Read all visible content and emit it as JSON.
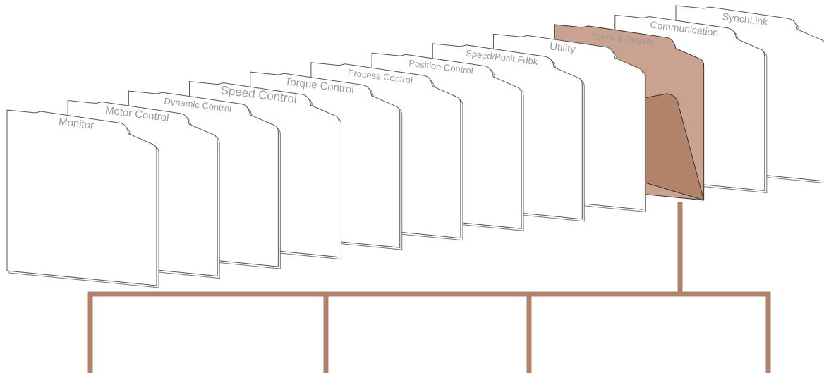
{
  "folders": [
    {
      "id": "synchlink",
      "label": "SynchLink",
      "highlight": false
    },
    {
      "id": "communication",
      "label": "Communication",
      "highlight": false
    },
    {
      "id": "inputs-outputs",
      "label": "Inputs & Outputs",
      "highlight": true
    },
    {
      "id": "utility",
      "label": "Utility",
      "highlight": false
    },
    {
      "id": "speed-posit-fdbk",
      "label": "Speed/Posit Fdbk",
      "highlight": false
    },
    {
      "id": "position-control",
      "label": "Position Control",
      "highlight": false
    },
    {
      "id": "process-control",
      "label": "Process Control",
      "highlight": false
    },
    {
      "id": "torque-control",
      "label": "Torque Control",
      "highlight": false
    },
    {
      "id": "speed-control",
      "label": "Speed Control",
      "highlight": false
    },
    {
      "id": "dynamic-control",
      "label": "Dynamic Control",
      "highlight": false
    },
    {
      "id": "motor-control",
      "label": "Motor Control",
      "highlight": false
    },
    {
      "id": "monitor",
      "label": "Monitor",
      "highlight": false
    }
  ],
  "colors": {
    "highlight_fill": "#c9a38f",
    "highlight_shadow": "#b3836b",
    "connector": "#b0826c",
    "label_text": "#9a9a9a"
  }
}
